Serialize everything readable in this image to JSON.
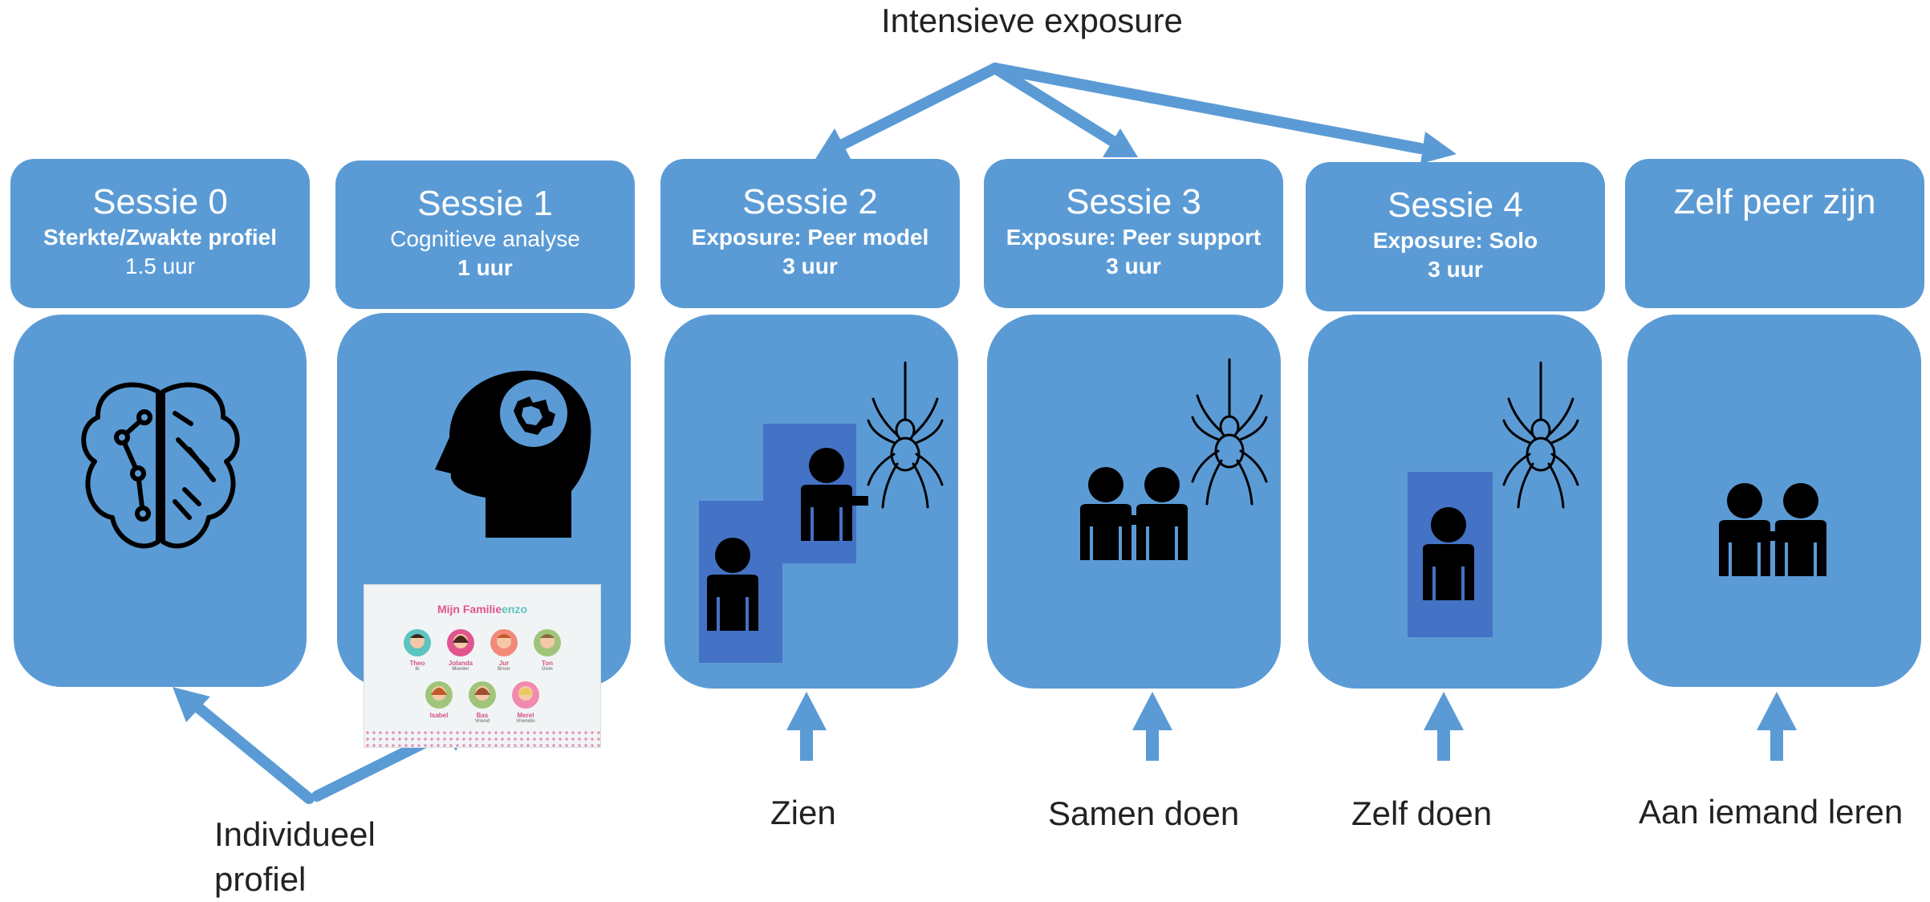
{
  "top_label": "Intensieve exposure",
  "sessions": [
    {
      "title": "Sessie 0",
      "subtitle": "Sterkte/Zwakte profiel",
      "duration": "1.5 uur",
      "icon": "brain-icon"
    },
    {
      "title": "Sessie 1",
      "subtitle": "Cognitieve analyse",
      "duration": "1 uur",
      "icon": "head-puzzle-icon"
    },
    {
      "title": "Sessie 2",
      "subtitle": "Exposure: Peer model",
      "duration": "3 uur",
      "icon": "person-spider-icon"
    },
    {
      "title": "Sessie 3",
      "subtitle": "Exposure: Peer support",
      "duration": "3 uur",
      "icon": "two-people-spider-icon"
    },
    {
      "title": "Sessie 4",
      "subtitle": "Exposure: Solo",
      "duration": "3 uur",
      "icon": "person-spider-icon"
    },
    {
      "title": "Zelf peer zijn",
      "icon": "two-people-icon"
    }
  ],
  "bottom_labels": {
    "individual_line1": "Individueel",
    "individual_line2": "profiel",
    "zien": "Zien",
    "samen": "Samen doen",
    "zelf": "Zelf doen",
    "aan": "Aan iemand leren"
  },
  "family_card": {
    "title_part1": "Mijn Familie",
    "title_part2": "enzo",
    "members": [
      {
        "name": "Theo",
        "role": "Ik"
      },
      {
        "name": "Jolanda",
        "role": "Moeder"
      },
      {
        "name": "Jur",
        "role": "Broer"
      },
      {
        "name": "Ton",
        "role": "Oom"
      },
      {
        "name": "Isabel",
        "role": ""
      },
      {
        "name": "Bas",
        "role": "Vriend"
      },
      {
        "name": "Merel",
        "role": "Vriendin"
      }
    ]
  },
  "colors": {
    "box": "#5b9bd5",
    "highlight": "#4472c4",
    "arrow": "#5b9bd5",
    "text": "#ffffff"
  }
}
